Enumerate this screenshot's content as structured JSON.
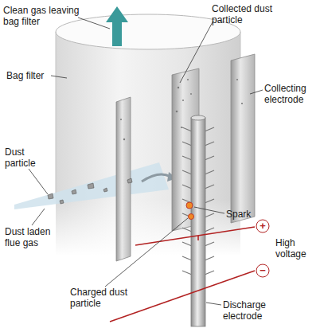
{
  "diagram": {
    "labels": [
      "Clean gas leaving bag filter",
      "Collected dust particle",
      "Bag filter",
      "Collecting electrode",
      "Dust particle",
      "Dust laden flue gas",
      "Spark",
      "+",
      "High voltage",
      "−",
      "Charged dust particle",
      "Discharge electrode"
    ]
  }
}
